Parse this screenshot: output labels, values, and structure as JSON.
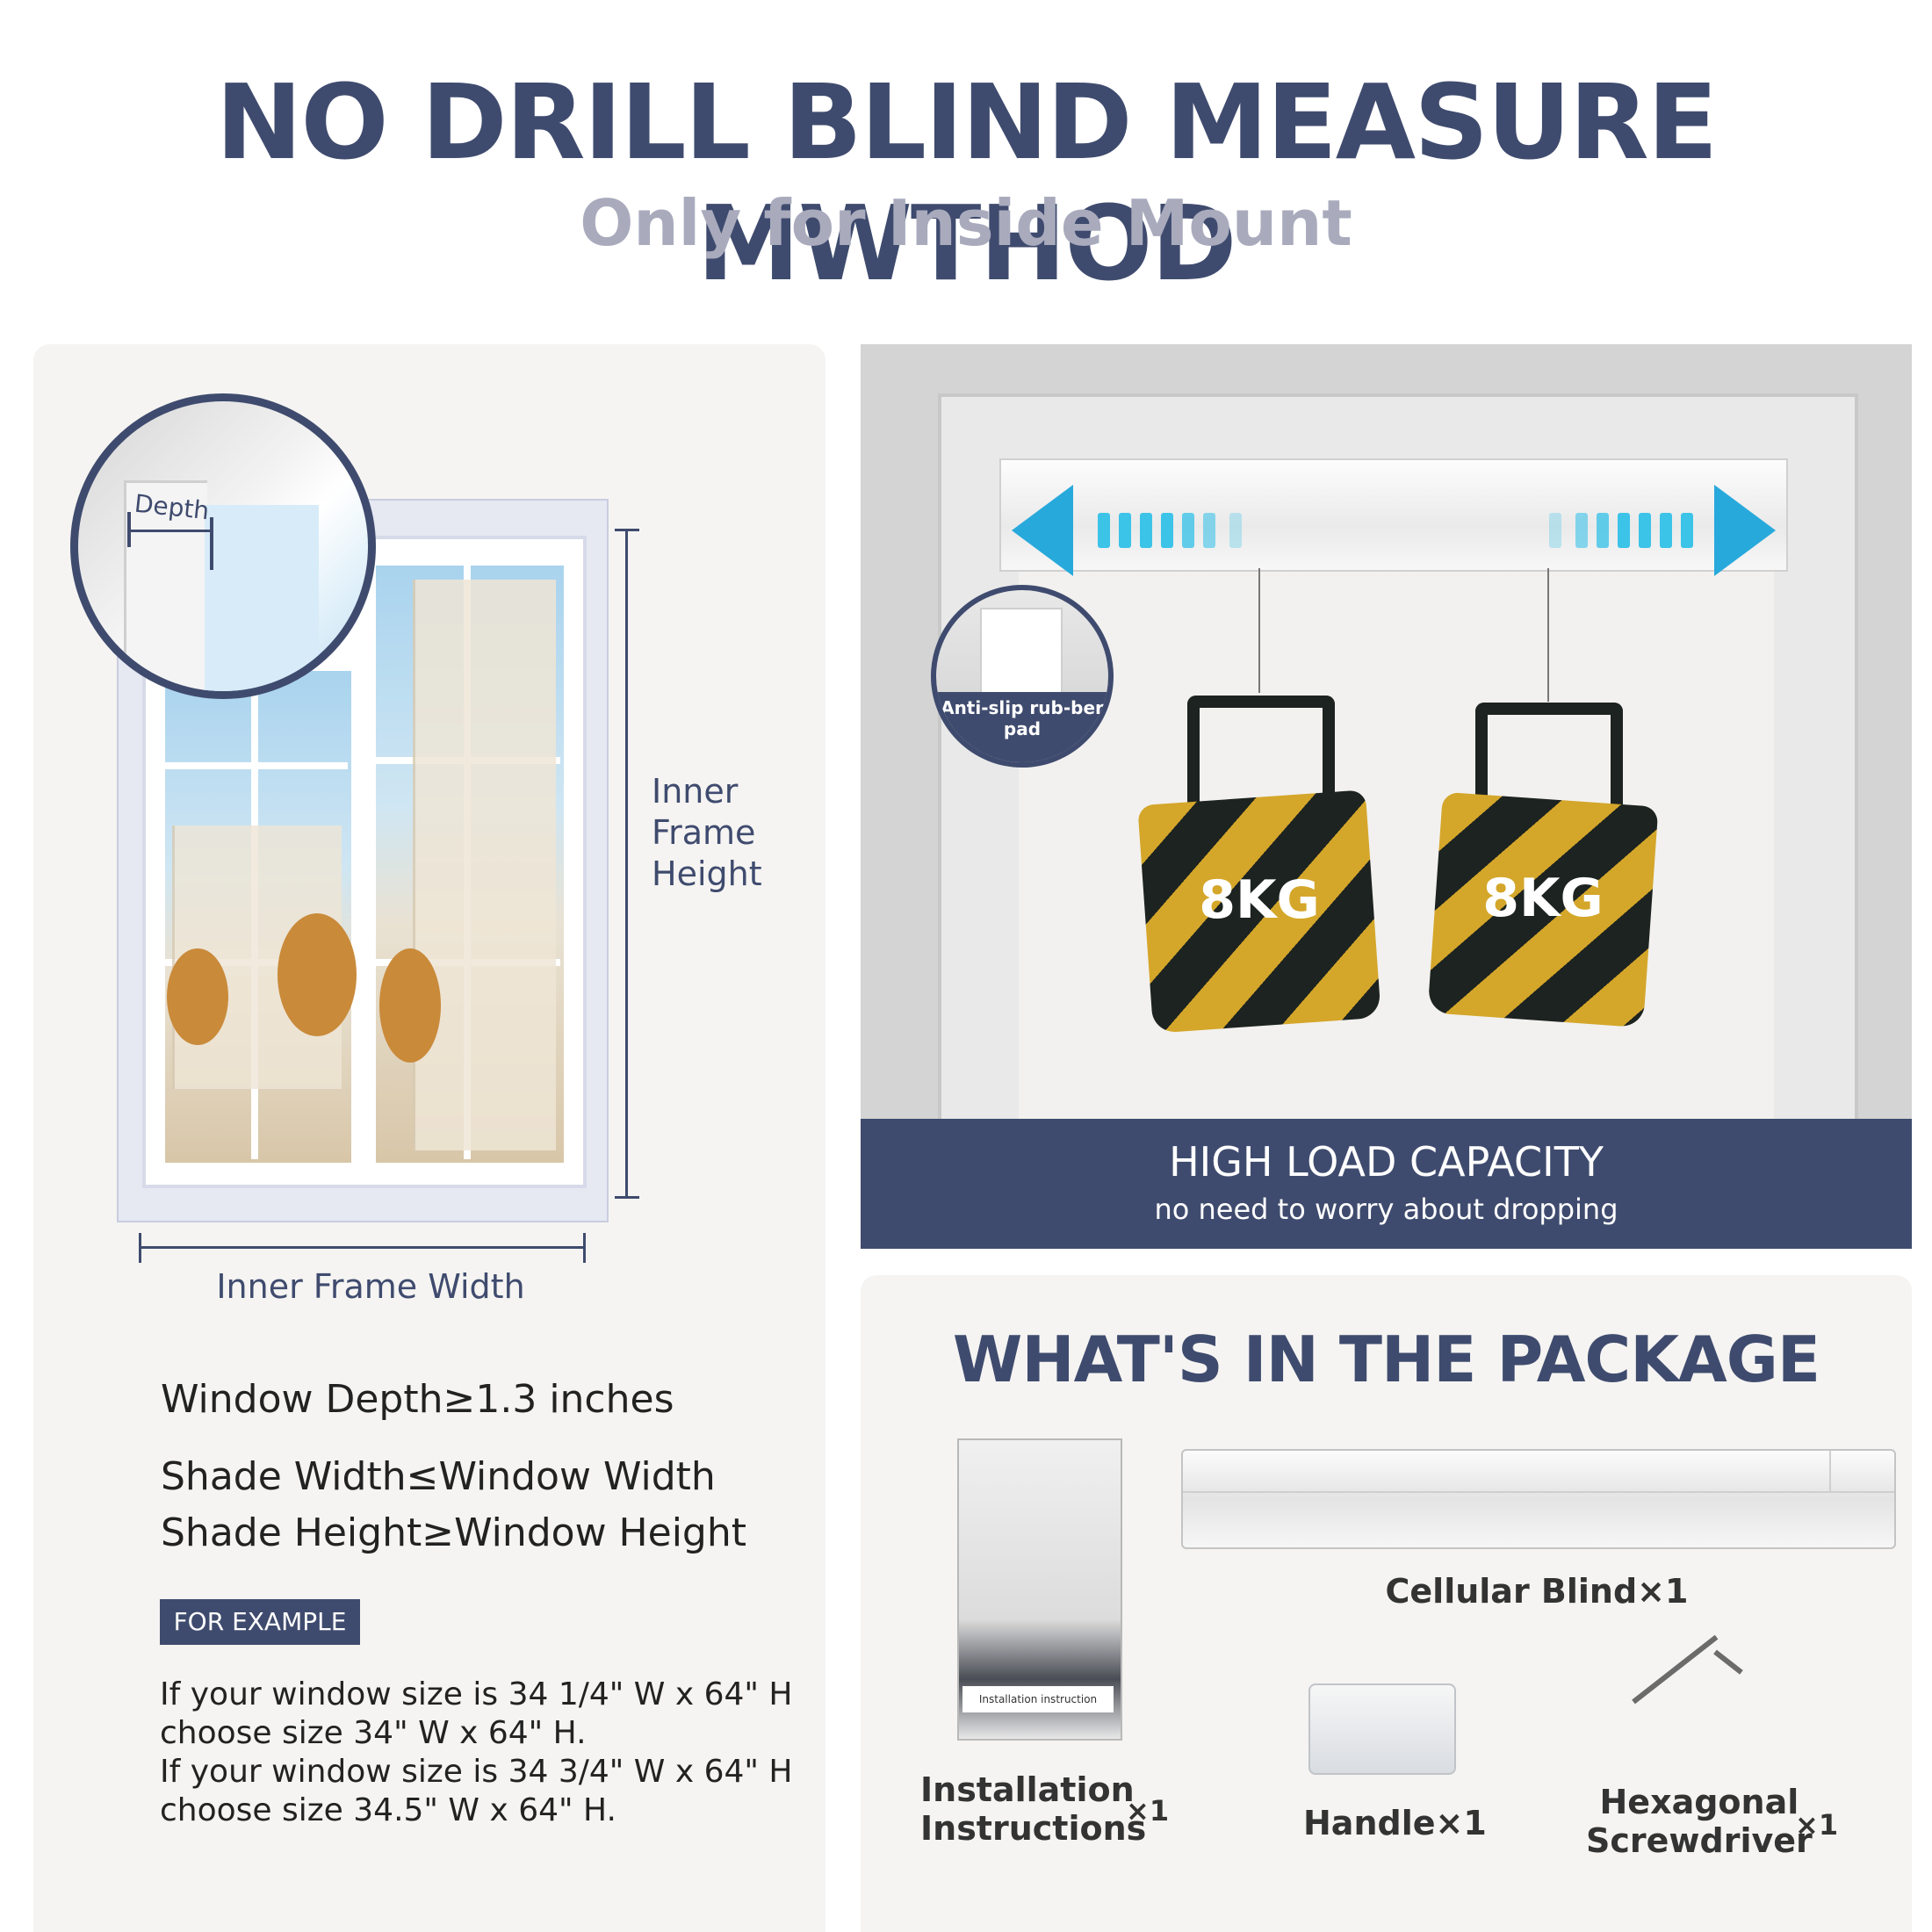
{
  "header": {
    "title": "NO DRILL BLIND MEASURE MWTHOD",
    "subtitle": "Only for Inside Mount"
  },
  "measure": {
    "depth_label": "Depth",
    "height_label": [
      "Inner",
      "Frame",
      "Height"
    ],
    "width_label": "Inner Frame Width"
  },
  "specs": {
    "depth": "Window Depth≥1.3 inches",
    "width": "Shade Width≤Window Width",
    "height": "Shade Height≥Window Height"
  },
  "example": {
    "badge": "FOR EXAMPLE",
    "lines": [
      "If your window size is 34 1/4\" W x 64\" H",
      "choose size 34\" W x 64\" H.",
      "If your window size is 34 3/4\" W x 64\" H",
      "choose size 34.5\" W x 64\" H."
    ]
  },
  "load": {
    "pad_label": "Anti-slip rub-ber pad",
    "bag_label": "8KG",
    "title": "HIGH LOAD CAPACITY",
    "subtitle": "no need to worry about dropping"
  },
  "package": {
    "title": "WHAT'S IN THE PACKAGE",
    "booklet_caption": "Installation instruction",
    "items": {
      "blind": "Cellular Blind×1",
      "instructions": [
        "Installation",
        "Instructions"
      ],
      "instructions_qty": "×1",
      "handle": "Handle×1",
      "screwdriver": [
        "Hexagonal",
        "Screwdriver"
      ],
      "screwdriver_qty": "×1"
    }
  },
  "colors": {
    "navy": "#3f4b6e",
    "subtitle_gray": "#a9abbd",
    "arrow_blue": "#28a9dc",
    "bag_yellow": "#d4a62a",
    "bag_black": "#1d2320"
  }
}
